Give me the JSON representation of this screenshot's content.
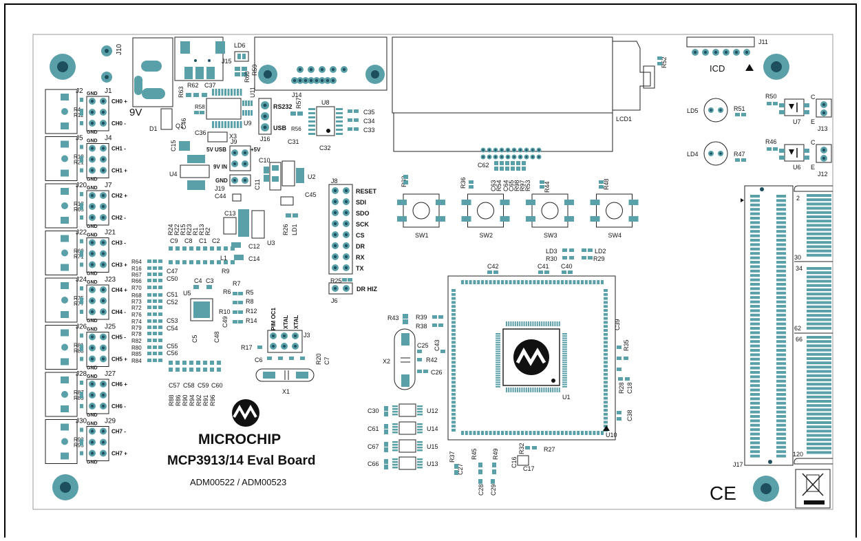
{
  "board": {
    "brand": "MICROCHIP",
    "title": "MCP3913/14 Eval Board",
    "part_numbers": "ADM00522 / ADM00523",
    "voltage": "9V",
    "ce_mark": "CE"
  },
  "channels": [
    {
      "conn_a": "J2",
      "conn_b": "J1",
      "r_a": "R4",
      "r_b": "R11",
      "plus": "CH0 +",
      "minus": "CH0 -"
    },
    {
      "conn_a": "J5",
      "conn_b": "J4",
      "r_a": "R19",
      "r_b": "R21",
      "plus": "CH1 -",
      "minus": "CH1 +"
    },
    {
      "conn_a": "J20",
      "conn_b": "J7",
      "r_a": "R18",
      "r_b": "R65",
      "plus": "CH2 +",
      "minus": "CH2 -"
    },
    {
      "conn_a": "J22",
      "conn_b": "J21",
      "r_a": "R69",
      "r_b": "R71",
      "plus": "CH3 -",
      "minus": "CH3 +"
    },
    {
      "conn_a": "J24",
      "conn_b": "J23",
      "r_a": "R75",
      "r_b": "R77",
      "plus": "CH4 +",
      "minus": "CH4 -"
    },
    {
      "conn_a": "J26",
      "conn_b": "J25",
      "r_a": "R81",
      "r_b": "R83",
      "plus": "CH5 -",
      "minus": "CH5 +"
    },
    {
      "conn_a": "J28",
      "conn_b": "J27",
      "r_a": "R87",
      "r_b": "R89",
      "plus": "CH6 +",
      "minus": "CH6 -"
    },
    {
      "conn_a": "J30",
      "conn_b": "J29",
      "r_a": "R93",
      "r_b": "R95",
      "plus": "CH7 -",
      "minus": "CH7 +"
    }
  ],
  "gnd_label": "GND",
  "j8_signals": [
    "RESET",
    "SDI",
    "SDO",
    "SCK",
    "CS",
    "DR",
    "RX",
    "TX"
  ],
  "j6_label": "DR HIZ",
  "switches": [
    "SW1",
    "SW2",
    "SW3",
    "SW4"
  ],
  "right_header": {
    "n2": "2",
    "n30": "30",
    "n34": "34",
    "n62": "62",
    "n66": "66",
    "n120": "120",
    "name": "J17"
  },
  "icd": {
    "label": "ICD",
    "name": "J11"
  },
  "leds": [
    "LD5",
    "LD4"
  ],
  "opto": [
    {
      "name": "U7",
      "conn": "J13",
      "r": "R50",
      "r2": "R51",
      "c": "C",
      "e": "E"
    },
    {
      "name": "U6",
      "conn": "J12",
      "r": "R46",
      "r2": "R47",
      "c": "C",
      "e": "E"
    }
  ],
  "labels": {
    "lcd": "LCD1",
    "j10": "J10",
    "ld6": "LD6",
    "j15": "J15",
    "r59": "R59",
    "r60": "R60",
    "r62": "R62",
    "c37": "C37",
    "r63": "R63",
    "u11": "U11",
    "r58": "R58",
    "c46": "C46",
    "q1": "Q1",
    "d1": "D1",
    "c36": "C36",
    "x3": "X3",
    "u9": "U9",
    "c15": "C15",
    "j14": "J14",
    "rs232": "RS232",
    "usb": "USB",
    "j16": "J16",
    "r57": "R57",
    "r56": "R56",
    "c31": "C31",
    "u8": "U8",
    "c32": "C32",
    "c35": "C35",
    "c34": "C34",
    "c33": "C33",
    "u4": "U4",
    "j9": "J9",
    "fivev_usb": "5V USB",
    "plus5v": "+5V",
    "ninev_in": "9V IN",
    "gnd": "GND",
    "j19": "J19",
    "c10": "C10",
    "c11": "C11",
    "u2": "U2",
    "c44": "C44",
    "c45": "C45",
    "j8": "J8",
    "c13": "C13",
    "u3": "U3",
    "r26": "R26",
    "ld1": "LD1",
    "c12": "C12",
    "c14": "C14",
    "l1": "L1",
    "u5": "U5",
    "c4": "C4",
    "c3": "C3",
    "r9": "R9",
    "r7": "R7",
    "r6": "R6",
    "r5": "R5",
    "r8": "R8",
    "r10": "R10",
    "r12": "R12",
    "r14": "R14",
    "c49": "C49",
    "c5": "C5",
    "c48": "C48",
    "r17": "R17",
    "c6": "C6",
    "pim_oc1": "PIM OC1",
    "xtal1": "XTAL",
    "xtal2": "XTAL",
    "j3": "J3",
    "r20": "R20",
    "c7": "C7",
    "x1": "X1",
    "r25": "R25",
    "j6": "J6",
    "r24": "R24",
    "r22": "R22",
    "r15": "R15",
    "r23": "R23",
    "r1": "R1",
    "r13": "R13",
    "r2": "R2",
    "c9": "C9",
    "c8": "C8",
    "c1": "C1",
    "c2": "C2",
    "r64": "R64",
    "r16": "R16",
    "r67": "R67",
    "r66": "R66",
    "c47": "C47",
    "c50": "C50",
    "r70": "R70",
    "r68": "R68",
    "r73": "R73",
    "r72": "R72",
    "c51": "C51",
    "c52": "C52",
    "r76": "R76",
    "r74": "R74",
    "r79": "R79",
    "r78": "R78",
    "c53": "C53",
    "c54": "C54",
    "r82": "R82",
    "r80": "R80",
    "r85": "R85",
    "r84": "R84",
    "c55": "C55",
    "c56": "C56",
    "c57": "C57",
    "c58": "C58",
    "c59": "C59",
    "c60": "C60",
    "r88": "R88",
    "r86": "R86",
    "r90": "R90",
    "r94": "R94",
    "r92": "R92",
    "r91": "R91",
    "r96": "R96",
    "r33": "R33",
    "r36": "R36",
    "r63b": "C63",
    "r54": "R54",
    "c64": "C64",
    "c65": "C65",
    "r98": "R98",
    "r97": "R97",
    "r53": "R53",
    "c62": "C62",
    "r44": "R44",
    "r48": "R48",
    "ld3": "LD3",
    "ld2": "LD2",
    "r30": "R30",
    "r29": "R29",
    "c42": "C42",
    "c41": "C41",
    "c40": "C40",
    "r43": "R43",
    "r39": "R39",
    "r38": "R38",
    "c25": "C25",
    "c43": "C43",
    "r42": "R42",
    "c26": "C26",
    "x2": "X2",
    "u1": "U1",
    "c39": "C39",
    "r35": "R35",
    "r28": "R28",
    "c18": "C18",
    "c38": "C38",
    "u10": "U10",
    "c30": "C30",
    "u12": "U12",
    "c61": "C61",
    "u14": "U14",
    "c67": "C67",
    "u15": "U15",
    "c66": "C66",
    "u13": "U13",
    "r37": "R37",
    "c27": "C27",
    "r45": "R45",
    "r49": "R49",
    "r32": "R32",
    "c16": "C16",
    "r27": "R27",
    "c17": "C17",
    "c28": "C28",
    "c29": "C29",
    "r52": "R52"
  }
}
